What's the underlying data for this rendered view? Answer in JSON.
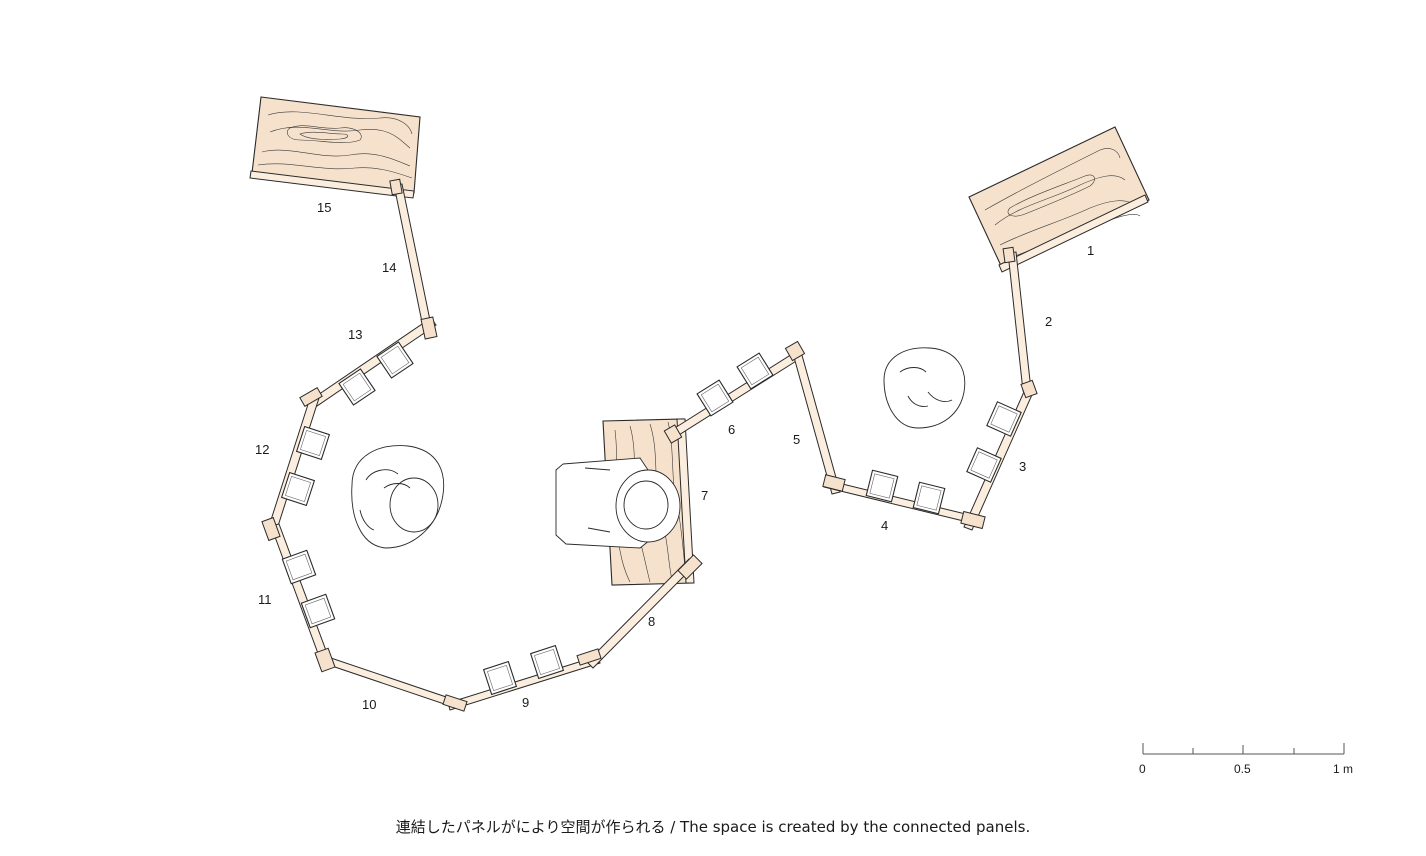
{
  "panels": [
    {
      "id": "p1",
      "label": "1"
    },
    {
      "id": "p2",
      "label": "2"
    },
    {
      "id": "p3",
      "label": "3"
    },
    {
      "id": "p4",
      "label": "4"
    },
    {
      "id": "p5",
      "label": "5"
    },
    {
      "id": "p6",
      "label": "6"
    },
    {
      "id": "p7",
      "label": "7"
    },
    {
      "id": "p8",
      "label": "8"
    },
    {
      "id": "p9",
      "label": "9"
    },
    {
      "id": "p10",
      "label": "10"
    },
    {
      "id": "p11",
      "label": "11"
    },
    {
      "id": "p12",
      "label": "12"
    },
    {
      "id": "p13",
      "label": "13"
    },
    {
      "id": "p14",
      "label": "14"
    },
    {
      "id": "p15",
      "label": "15"
    }
  ],
  "scale_bar": {
    "labels": [
      "0",
      "0.5",
      "1 m"
    ]
  },
  "caption": "連結したパネルがにより空間が作られる / The space is created by the connected panels.",
  "colors": {
    "wood": "#f6e2cc",
    "wood_dark": "#efd0b0",
    "line": "#2a2a2a"
  }
}
